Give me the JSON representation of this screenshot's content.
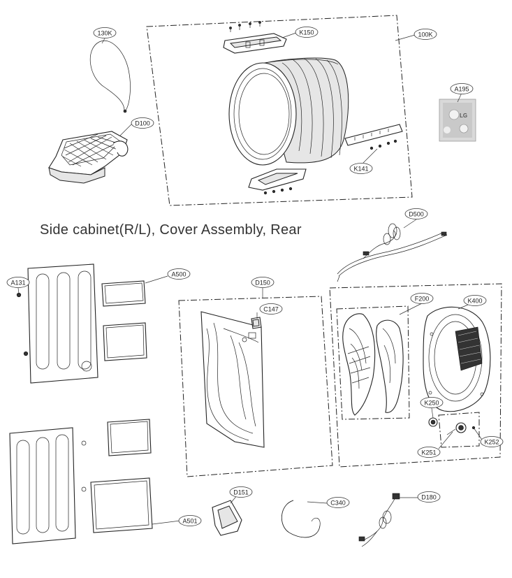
{
  "section_title": "Side cabinet(R/L), Cover Assembly, Rear",
  "labels": {
    "p130K": "130K",
    "pD100": "D100",
    "pK150": "K150",
    "p100K": "100K",
    "pA195": "A195",
    "pK141": "K141",
    "pD500": "D500",
    "pA131": "A131",
    "pA500": "A500",
    "pD150": "D150",
    "pC147": "C147",
    "pF200": "F200",
    "pK400": "K400",
    "pK250": "K250",
    "pK251": "K251",
    "pK252": "K252",
    "pD151": "D151",
    "pC340": "C340",
    "pD180": "D180",
    "pA501": "A501"
  },
  "logo_text": "LG"
}
